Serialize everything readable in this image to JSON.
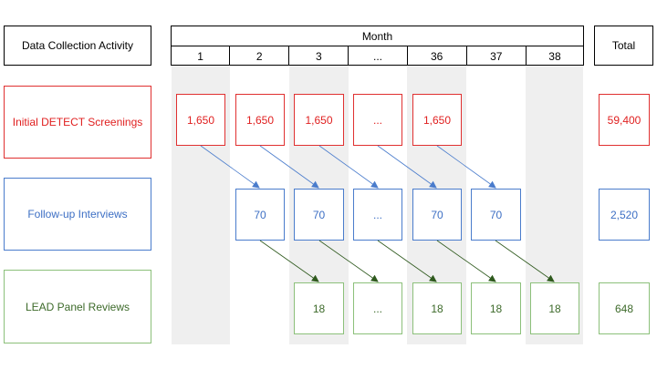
{
  "header": {
    "activity_label": "Data Collection Activity",
    "month_label": "Month",
    "total_label": "Total",
    "months": [
      "1",
      "2",
      "3",
      "...",
      "36",
      "37",
      "38"
    ]
  },
  "rows": {
    "screenings": {
      "label": "Initial DETECT Screenings",
      "color": "#e02020",
      "cells": [
        "1,650",
        "1,650",
        "1,650",
        "...",
        "1,650"
      ],
      "total": "59,400"
    },
    "interviews": {
      "label": "Follow-up Interviews",
      "color": "#3d6fc4",
      "cells": [
        "70",
        "70",
        "...",
        "70",
        "70"
      ],
      "total": "2,520"
    },
    "reviews": {
      "label": "LEAD Panel Reviews",
      "color": "#3d6a2a",
      "cells": [
        "18",
        "...",
        "18",
        "18",
        "18"
      ],
      "total": "648"
    }
  }
}
